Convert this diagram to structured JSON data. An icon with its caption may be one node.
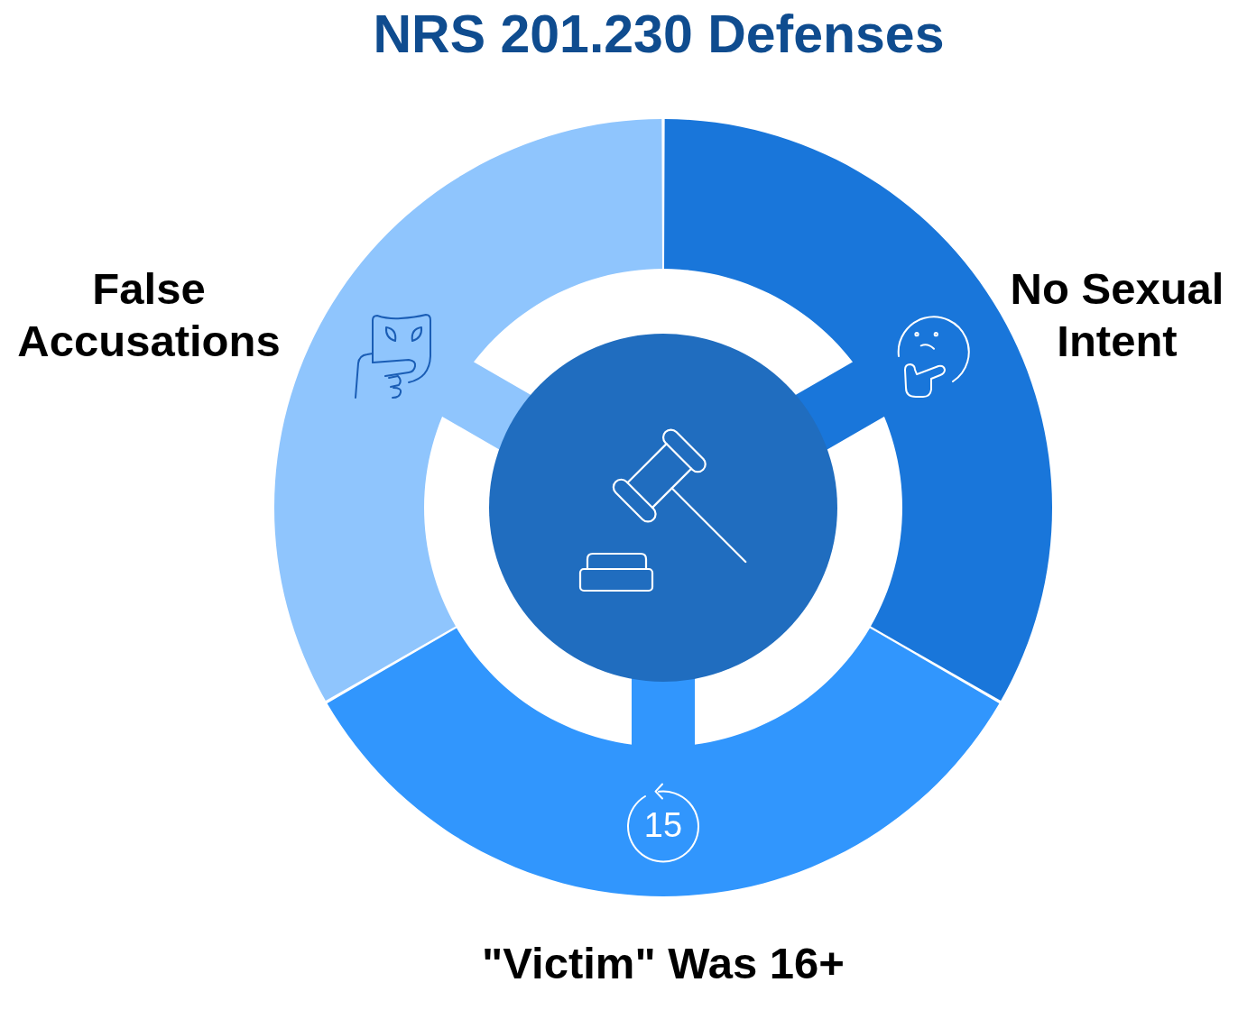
{
  "diagram": {
    "title": "NRS 201.230 Defenses",
    "nodes": [
      {
        "text": [
          "False Accusations"
        ]
      },
      {
        "text": [
          "No Sexual Intent"
        ]
      },
      {
        "text": [],
        "shape": "circle"
      },
      {
        "text": [
          "\"Victim\" Was 16+"
        ]
      }
    ],
    "labels": [
      "15"
    ]
  }
}
